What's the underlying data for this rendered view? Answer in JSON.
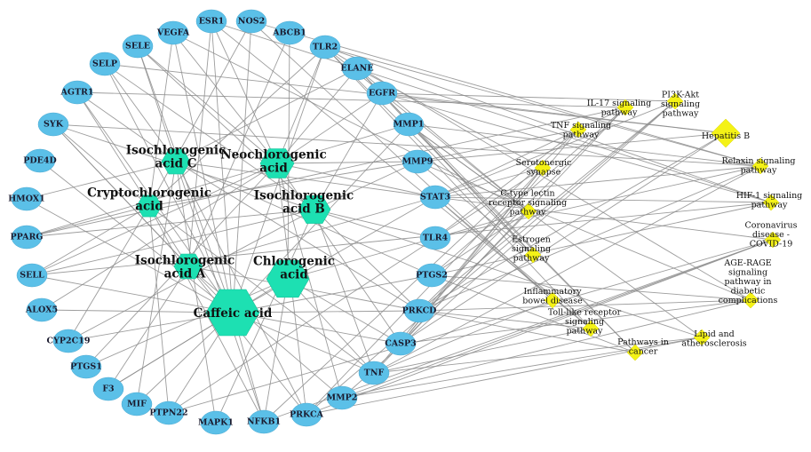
{
  "colors": {
    "target": "#5bc0e8",
    "compound": "#1de0b2",
    "pathway": "#f4f216",
    "edge": "#8c8c8c"
  },
  "compounds": [
    {
      "id": "caffeic",
      "label": [
        "Caffeic acid"
      ]
    },
    {
      "id": "chlorogenic",
      "label": [
        "Chlorogenic",
        "acid"
      ]
    },
    {
      "id": "neochlorogenic",
      "label": [
        "Neochlorogenic",
        "acid"
      ]
    },
    {
      "id": "isoA",
      "label": [
        "Isochlorogenic",
        "acid A"
      ]
    },
    {
      "id": "isoB",
      "label": [
        "Isochlorogenic",
        "acid B"
      ]
    },
    {
      "id": "isoC",
      "label": [
        "Isochlorogenic",
        "acid C"
      ]
    },
    {
      "id": "crypto",
      "label": [
        "Cryptochlorogenic",
        "acid"
      ]
    }
  ],
  "targets": [
    "VEGFA",
    "ESR1",
    "NOS2",
    "ABCB1",
    "TLR2",
    "ELANE",
    "EGFR",
    "MMP1",
    "MMP9",
    "STAT3",
    "TLR4",
    "PTGS2",
    "PRKCD",
    "CASP3",
    "TNF",
    "MMP2",
    "PRKCA",
    "NFKB1",
    "MAPK1",
    "PTPN22",
    "MIF",
    "F3",
    "PTGS1",
    "CYP2C19",
    "ALOX5",
    "SELL",
    "PPARG",
    "HMOX1",
    "PDE4D",
    "SYK",
    "AGTR1",
    "SELP",
    "SELE"
  ],
  "pathways": [
    {
      "id": "il17",
      "label": [
        "IL-17 signaling",
        "pathway"
      ]
    },
    {
      "id": "pi3k",
      "label": [
        "PI3K-Akt",
        "signaling",
        "pathway"
      ]
    },
    {
      "id": "hepb",
      "label": [
        "Hepatitis B"
      ]
    },
    {
      "id": "tnf",
      "label": [
        "TNF signaling",
        "pathway"
      ]
    },
    {
      "id": "sero",
      "label": [
        "Serotonergic",
        "synapse"
      ]
    },
    {
      "id": "relaxin",
      "label": [
        "Relaxin signaling",
        "pathway"
      ]
    },
    {
      "id": "ctype",
      "label": [
        "C-type lectin",
        "receptor signaling",
        "pathway"
      ]
    },
    {
      "id": "hif1",
      "label": [
        "HIF-1 signaling",
        "pathway"
      ]
    },
    {
      "id": "covid",
      "label": [
        "Coronavirus",
        "disease -",
        "COVID-19"
      ]
    },
    {
      "id": "estrogen",
      "label": [
        "Estrogen",
        "signaling",
        "pathway"
      ]
    },
    {
      "id": "age",
      "label": [
        "AGE-RAGE",
        "signaling",
        "pathway in",
        "diabetic",
        "complications"
      ]
    },
    {
      "id": "ibd",
      "label": [
        "Inflammatory",
        "bowel disease"
      ]
    },
    {
      "id": "toll",
      "label": [
        "Toll-like receptor",
        "signaling",
        "pathway"
      ]
    },
    {
      "id": "lipid",
      "label": [
        "Lipid and",
        "atherosclerosis"
      ]
    },
    {
      "id": "cancer",
      "label": [
        "Pathways in",
        "cancer"
      ]
    }
  ]
}
